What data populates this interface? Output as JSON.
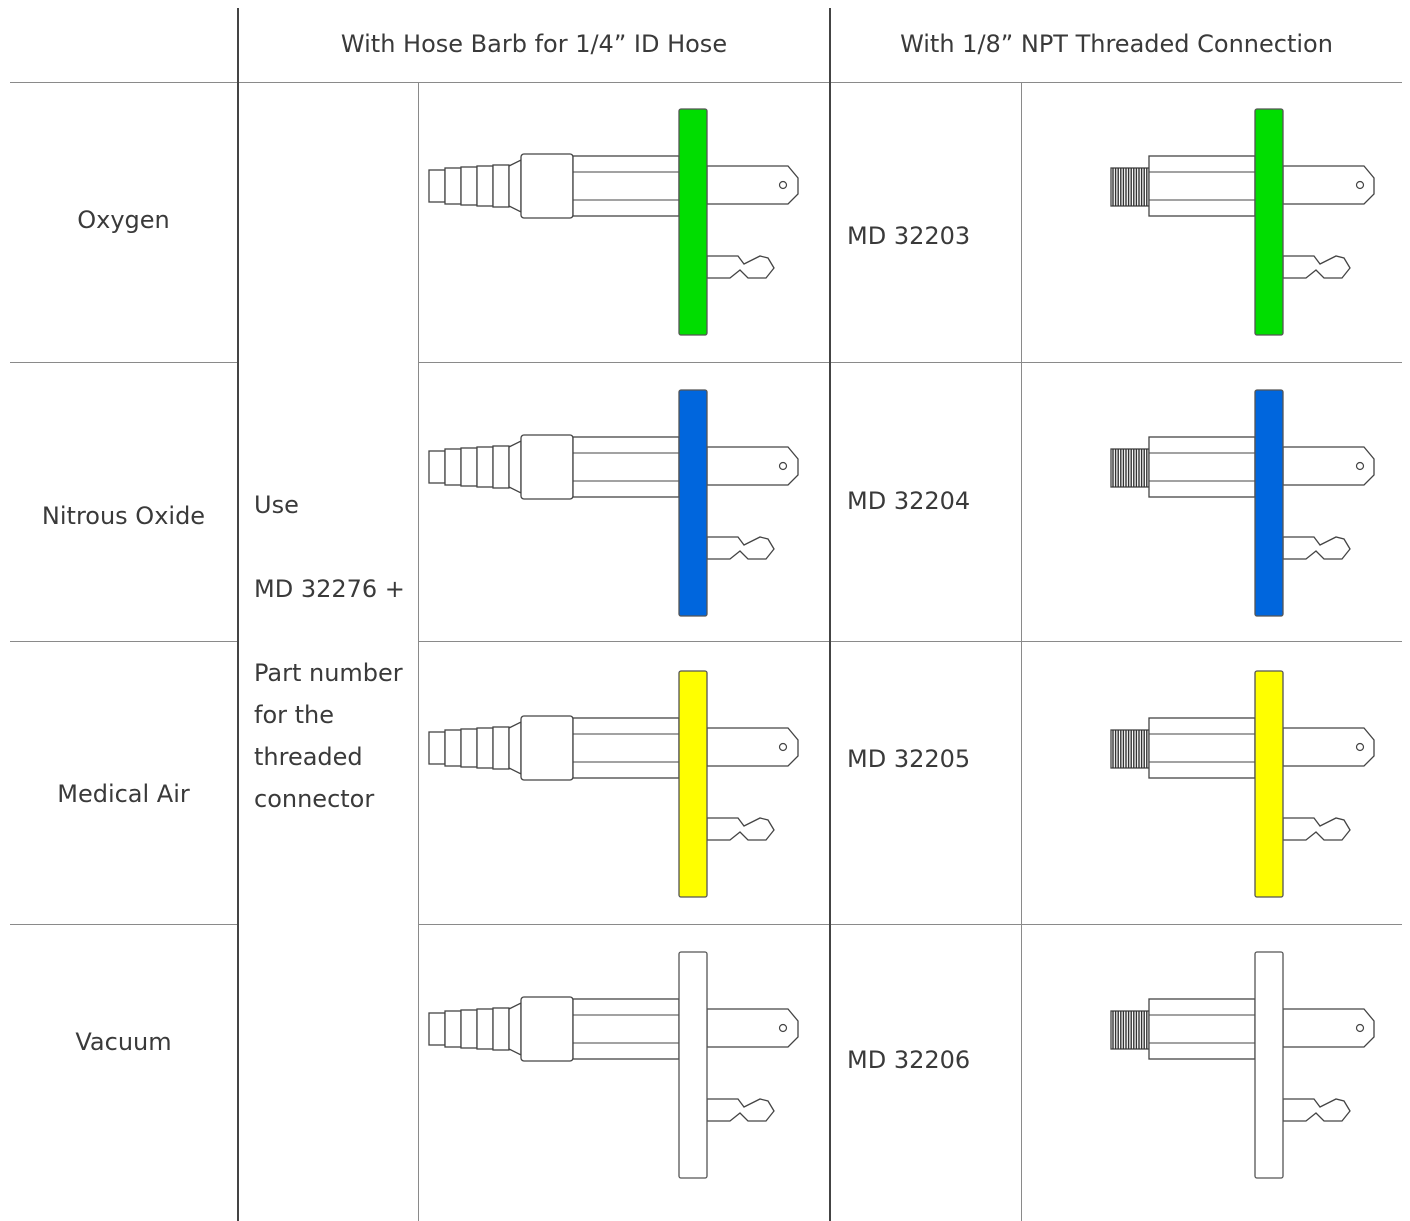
{
  "headers": {
    "hose_barb": "With Hose Barb for 1/4” ID Hose",
    "npt": "With 1/8” NPT Threaded Connection"
  },
  "note": {
    "line1": "Use",
    "line2": "MD 32276 +",
    "line3": "Part number for the threaded connector"
  },
  "rows": [
    {
      "gas": "Oxygen",
      "part": "MD 32203",
      "color": "#00dd00"
    },
    {
      "gas": "Nitrous Oxide",
      "part": "MD 32204",
      "color": "#0066dd"
    },
    {
      "gas": "Medical Air",
      "part": "MD 32205",
      "color": "#ffff00"
    },
    {
      "gas": "Vacuum",
      "part": "MD 32206",
      "color": "#ffffff"
    }
  ],
  "icons": {
    "hose_barb_fitting": "hose-barb-fitting-icon",
    "npt_fitting": "npt-threaded-fitting-icon"
  }
}
